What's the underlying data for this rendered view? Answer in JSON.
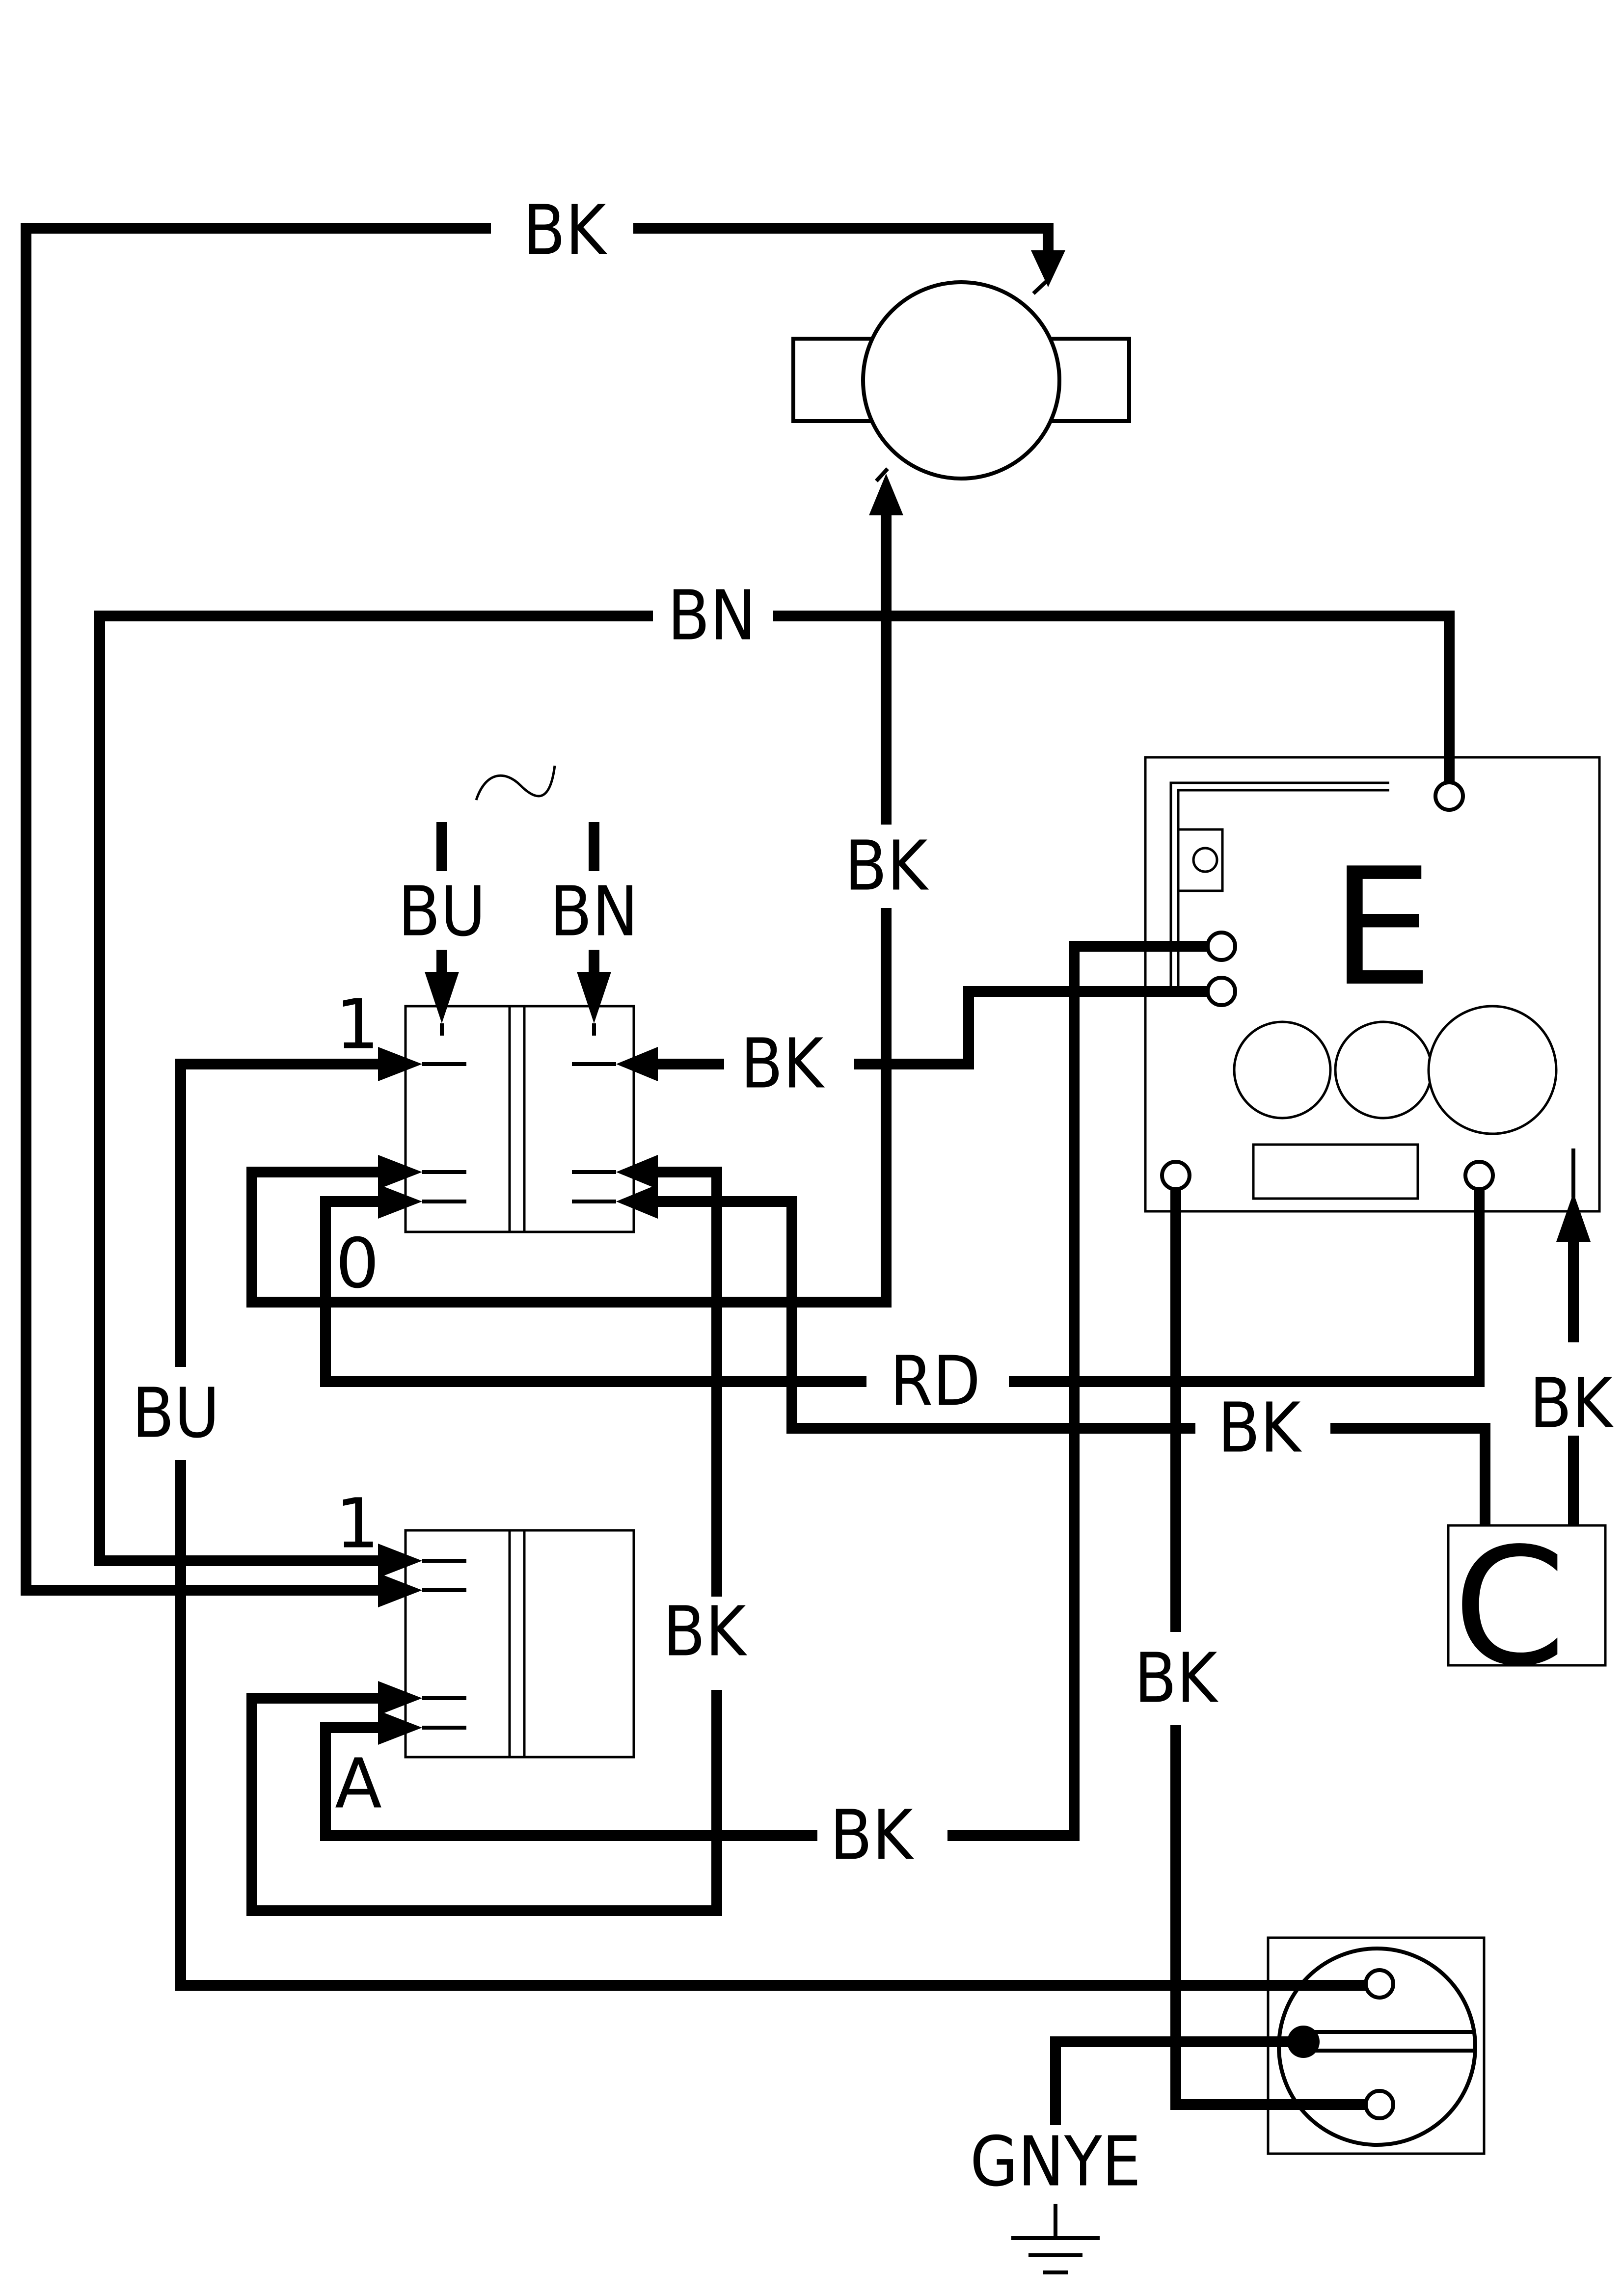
{
  "wire_labels": {
    "bk_top": "BK",
    "bn_top": "BN",
    "bk_motor": "BK",
    "bu_supply": "BU",
    "bn_supply": "BN",
    "bk_sw1": "BK",
    "bu_left": "BU",
    "rd": "RD",
    "bk_mid": "BK",
    "bk_cap": "BK",
    "bk_sw2": "BK",
    "bk_e": "BK",
    "bk_bottom": "BK",
    "gnye": "GNYE"
  },
  "terminal_labels": {
    "sw1_pos1": "1",
    "sw1_pos0": "0",
    "sw2_pos1": "1",
    "sw2_posA": "A"
  },
  "component_labels": {
    "electronics": "E",
    "capacitor": "C"
  },
  "symbols": {
    "ac_supply": "tilde-ac-icon",
    "ground": "ground-icon",
    "socket": "socket-icon",
    "motor": "motor-icon"
  }
}
